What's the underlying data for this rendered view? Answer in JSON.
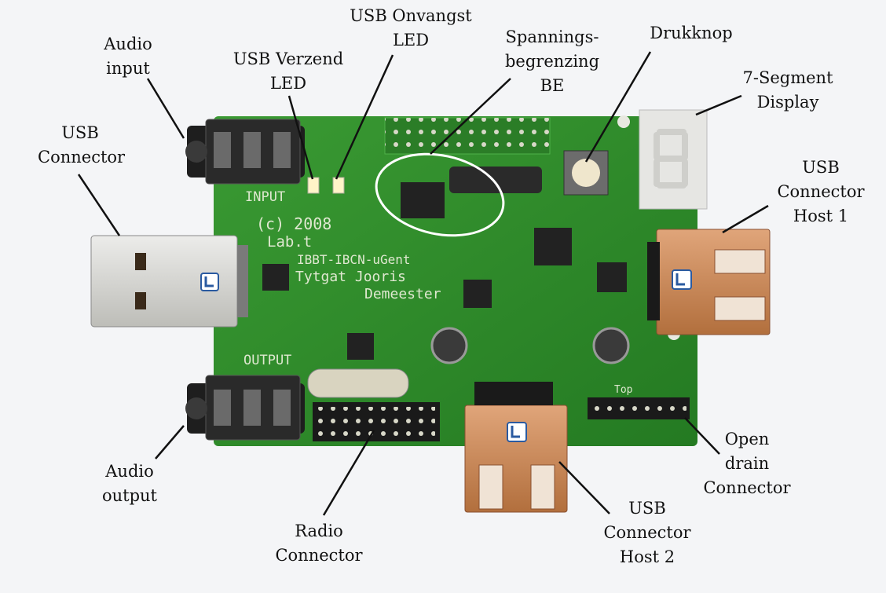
{
  "labels": {
    "audio_input": [
      "Audio",
      "input"
    ],
    "usb_connector": [
      "USB",
      "Connector"
    ],
    "usb_verzend_led": [
      "USB Verzend",
      "LED"
    ],
    "usb_onvangst_led": [
      "USB Onvangst",
      "LED"
    ],
    "spanningsbegrenzing": [
      "Spannings-",
      "begrenzing",
      "BE"
    ],
    "drukknop": [
      "Drukknop"
    ],
    "seven_segment": [
      "7-Segment",
      "Display"
    ],
    "usb_host1": [
      "USB",
      "Connector",
      "Host 1"
    ],
    "audio_output": [
      "Audio",
      "output"
    ],
    "radio_connector": [
      "Radio",
      "Connector"
    ],
    "usb_host2": [
      "USB",
      "Connector",
      "Host 2"
    ],
    "open_drain": [
      "Open",
      "drain",
      "Connector"
    ]
  },
  "silkscreen": {
    "copyright": "(c) 2008",
    "lab": "Lab.t",
    "org": "IBBT-IBCN-uGent",
    "author1": "Tytgat Jooris",
    "author2": "Demeester",
    "input": "INPUT",
    "output": "OUTPUT",
    "top": "Top"
  },
  "colors": {
    "pcb": "#2f8a2a",
    "pcb_dark": "#1f6e1f",
    "usb_metal": "#d9d9d4",
    "usb_orange": "#c8834e",
    "label_line": "#111111"
  }
}
